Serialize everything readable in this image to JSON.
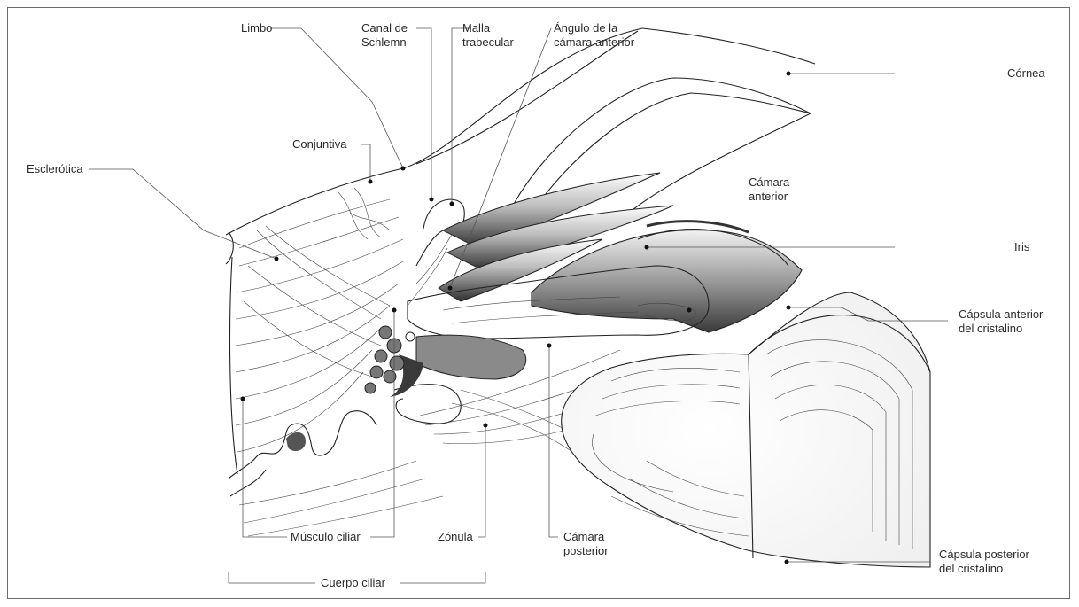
{
  "labels": {
    "limbo": "Limbo",
    "canal": "Canal de\nSchlemn",
    "malla": "Malla\ntrabecular",
    "angulo": "Ángulo de la\ncámara anterior",
    "cornea": "Córnea",
    "conjuntiva": "Conjuntiva",
    "esclerotica": "Esclerótica",
    "camara_anterior": "Cámara\nanterior",
    "iris": "Iris",
    "capsula_anterior": "Cápsula anterior\ndel cristalino",
    "capsula_posterior": "Cápsula posterior\ndel cristalino",
    "musculo_ciliar": "Músculo ciliar",
    "zonula": "Zónula",
    "camara_posterior": "Cámara\nposterior",
    "cuerpo_ciliar": "Cuerpo ciliar"
  },
  "colors": {
    "line": "#222222",
    "shade_dark": "#3a3a3a",
    "shade_mid": "#8a8a8a",
    "shade_light": "#d6d6d6",
    "frame": "#6b6b6b"
  }
}
